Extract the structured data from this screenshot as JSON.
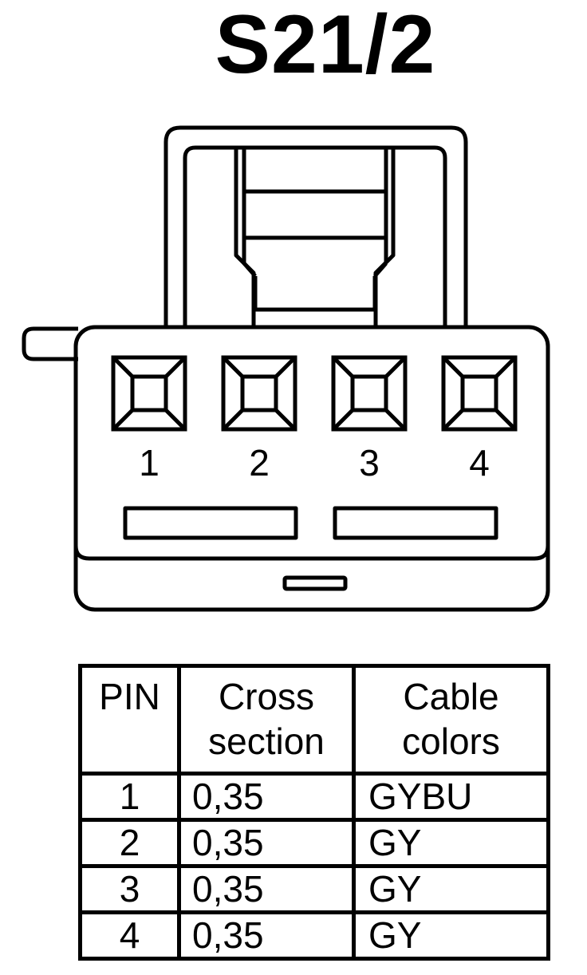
{
  "title": "S21/2",
  "connector": {
    "pins": [
      {
        "label": "1"
      },
      {
        "label": "2"
      },
      {
        "label": "3"
      },
      {
        "label": "4"
      }
    ]
  },
  "table": {
    "headers": {
      "pin": "PIN",
      "cross_section_line1": "Cross",
      "cross_section_line2": "section",
      "cable_colors_line1": "Cable",
      "cable_colors_line2": "colors"
    },
    "rows": [
      {
        "pin": "1",
        "cross_section": "0,35",
        "color": "GYBU"
      },
      {
        "pin": "2",
        "cross_section": "0,35",
        "color": "GY"
      },
      {
        "pin": "3",
        "cross_section": "0,35",
        "color": "GY"
      },
      {
        "pin": "4",
        "cross_section": "0,35",
        "color": "GY"
      }
    ]
  }
}
